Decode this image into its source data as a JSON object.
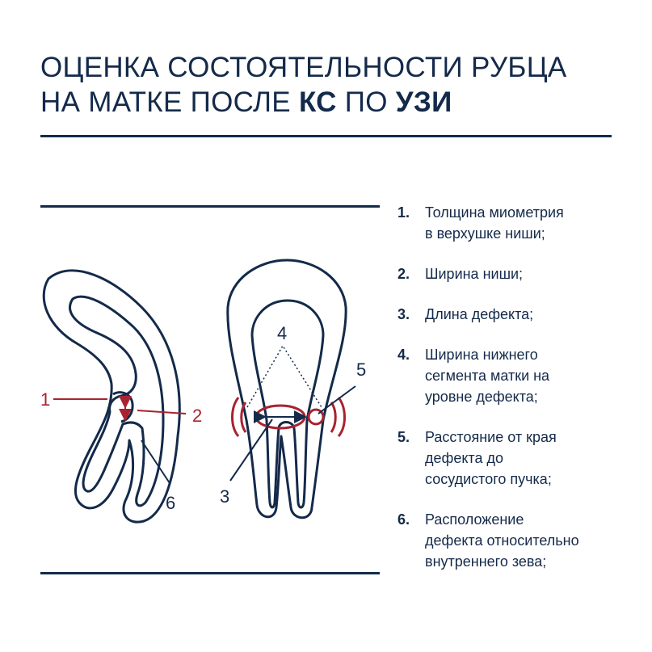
{
  "title": {
    "line1": "ОЦЕНКА СОСТОЯТЕЛЬНОСТИ РУБЦА",
    "line2_a": "НА МАТКЕ ПОСЛЕ ",
    "line2_b": "КС",
    "line2_c": " ПО ",
    "line2_d": "УЗИ"
  },
  "labels": {
    "l1": "1",
    "l2": "2",
    "l3": "3",
    "l4": "4",
    "l5": "5",
    "l6": "6"
  },
  "colors": {
    "navy": "#142a4a",
    "red": "#a8232f"
  },
  "items": [
    {
      "num": "1.",
      "lines": [
        "Толщина миометрия",
        "в верхушке ниши;"
      ]
    },
    {
      "num": "2.",
      "lines": [
        "Ширина ниши;"
      ]
    },
    {
      "num": "3.",
      "lines": [
        "Длина дефекта;"
      ]
    },
    {
      "num": "4.",
      "lines": [
        "Ширина нижнего",
        "сегмента матки на",
        "уровне дефекта;"
      ]
    },
    {
      "num": "5.",
      "lines": [
        "Расстояние от края",
        "дефекта до",
        "сосудистого пучка;"
      ]
    },
    {
      "num": "6.",
      "lines": [
        "Расположение",
        "дефекта относительно",
        "внутреннего зева;"
      ]
    }
  ]
}
